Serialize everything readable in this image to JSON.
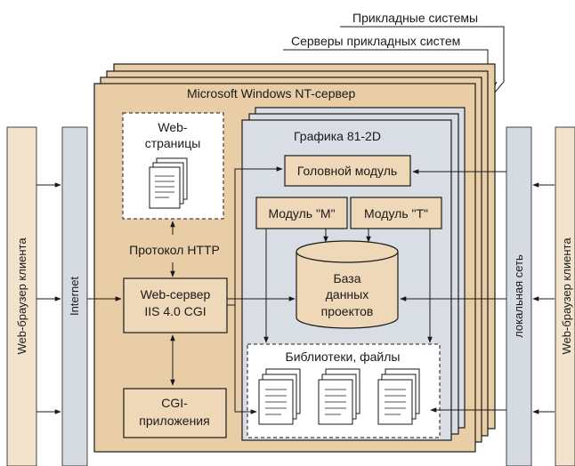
{
  "labels": {
    "applied_systems": "Прикладные системы",
    "applied_servers": "Серверы прикладных систем",
    "nt_server": "Microsoft  Windows NT-сервер",
    "web_pages_line1": "Web-",
    "web_pages_line2": "страницы",
    "http_protocol": "Протокол HTTP",
    "web_server_line1": "Web-сервер",
    "web_server_line2": "IIS 4.0 CGI",
    "cgi_line1": "CGI-",
    "cgi_line2": "приложения",
    "grafika": "Графика 81-2D",
    "head_module": "Головной модуль",
    "module_m": "Модуль \"M\"",
    "module_t": "Модуль \"T\"",
    "db_line1": "База",
    "db_line2": "данных",
    "db_line3": "проектов",
    "libraries": "Библиотеки, файлы",
    "left_browser": "Web-браузер клиента",
    "internet": "Internet",
    "local_net": "локальная сеть",
    "right_browser": "Web-браузер клиента"
  },
  "colors": {
    "tan": "#e9cda6",
    "tan_dark_border": "#1a1a1a",
    "blue_gray": "#d9dde4",
    "inner_fill": "#eed8b8",
    "bar_tan": "#f3e2cc",
    "bar_gray": "#d6dae1",
    "paper": "#ffffff"
  }
}
